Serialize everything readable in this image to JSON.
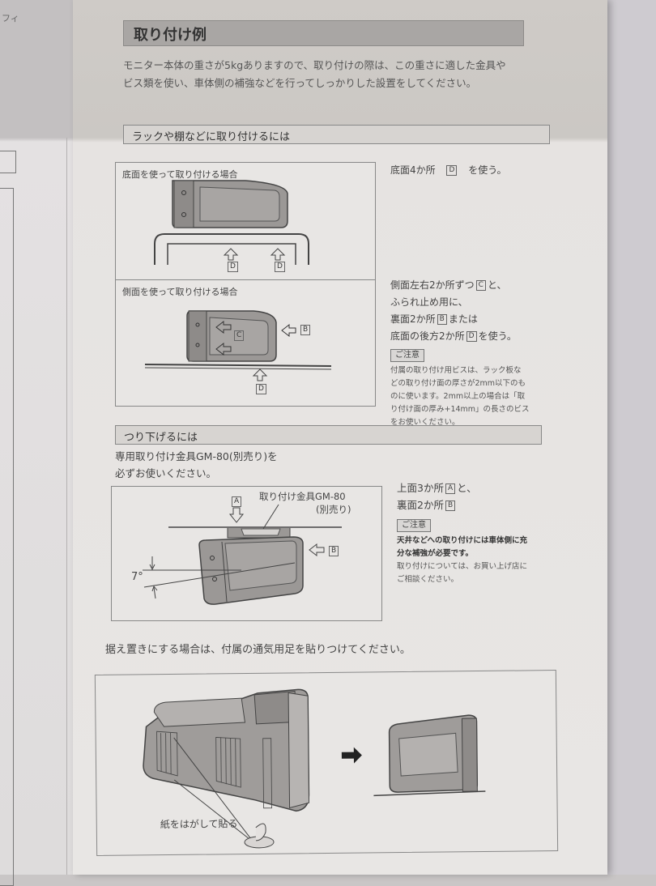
{
  "left_page": {
    "fragment": "フィ"
  },
  "title": "取り付け例",
  "intro": [
    "モニター本体の重さが5kgありますので、取り付けの際は、この重さに適した金具や",
    "ビス類を使い、車体側の補強などを行ってしっかりした設置をしてください。"
  ],
  "rack_section": {
    "heading": "ラックや棚などに取り付けるには",
    "bottom_mount": {
      "figure_label": "底面を使って取り付ける場合",
      "markers": [
        "D",
        "D"
      ],
      "instruction": {
        "prefix": "底面4か所",
        "marker": "D",
        "suffix": "を使う。"
      }
    },
    "side_mount": {
      "figure_label": "側面を使って取り付ける場合",
      "markers": {
        "c": "C",
        "b": "B",
        "d": "D"
      },
      "instruction_lines": [
        {
          "text": "側面左右2か所ずつ",
          "marker": "C",
          "suffix": "と、"
        },
        {
          "text": "ふられ止め用に、",
          "marker": "",
          "suffix": ""
        },
        {
          "text": "裏面2か所",
          "marker": "B",
          "suffix": "または"
        },
        {
          "text": "底面の後方2か所",
          "marker": "D",
          "suffix": "を使う。"
        }
      ],
      "note_badge": "ご注意",
      "note_lines": [
        "付属の取り付け用ビスは、ラック板な",
        "どの取り付け面の厚さが2mm以下のも",
        "のに使います。2mm以上の場合は「取",
        "り付け面の厚み+14mm」の長さのビス",
        "をお使いください。"
      ]
    }
  },
  "hang_section": {
    "heading": "つり下げるには",
    "intro_lines": [
      "専用取り付け金具GM-80(別売り)を",
      "必ずお使いください。"
    ],
    "figure": {
      "bracket_label_1": "取り付け金具GM-80",
      "bracket_label_2": "(別売り)",
      "marker_a": "A",
      "marker_b": "B",
      "angle": "7°"
    },
    "instruction_lines": [
      {
        "text": "上面3か所",
        "marker": "A",
        "suffix": "と、"
      },
      {
        "text": "裏面2か所",
        "marker": "B",
        "suffix": ""
      }
    ],
    "note_badge": "ご注意",
    "note_bold_lines": [
      "天井などへの取り付けには車体側に充",
      "分な補強が必要です。"
    ],
    "note_lines": [
      "取り付けについては、お買い上げ店に",
      "ご相談ください。"
    ]
  },
  "standing": {
    "caption": "据え置きにする場合は、付属の通気用足を貼りつけてください。",
    "foot_label": "紙をはがして貼る"
  }
}
